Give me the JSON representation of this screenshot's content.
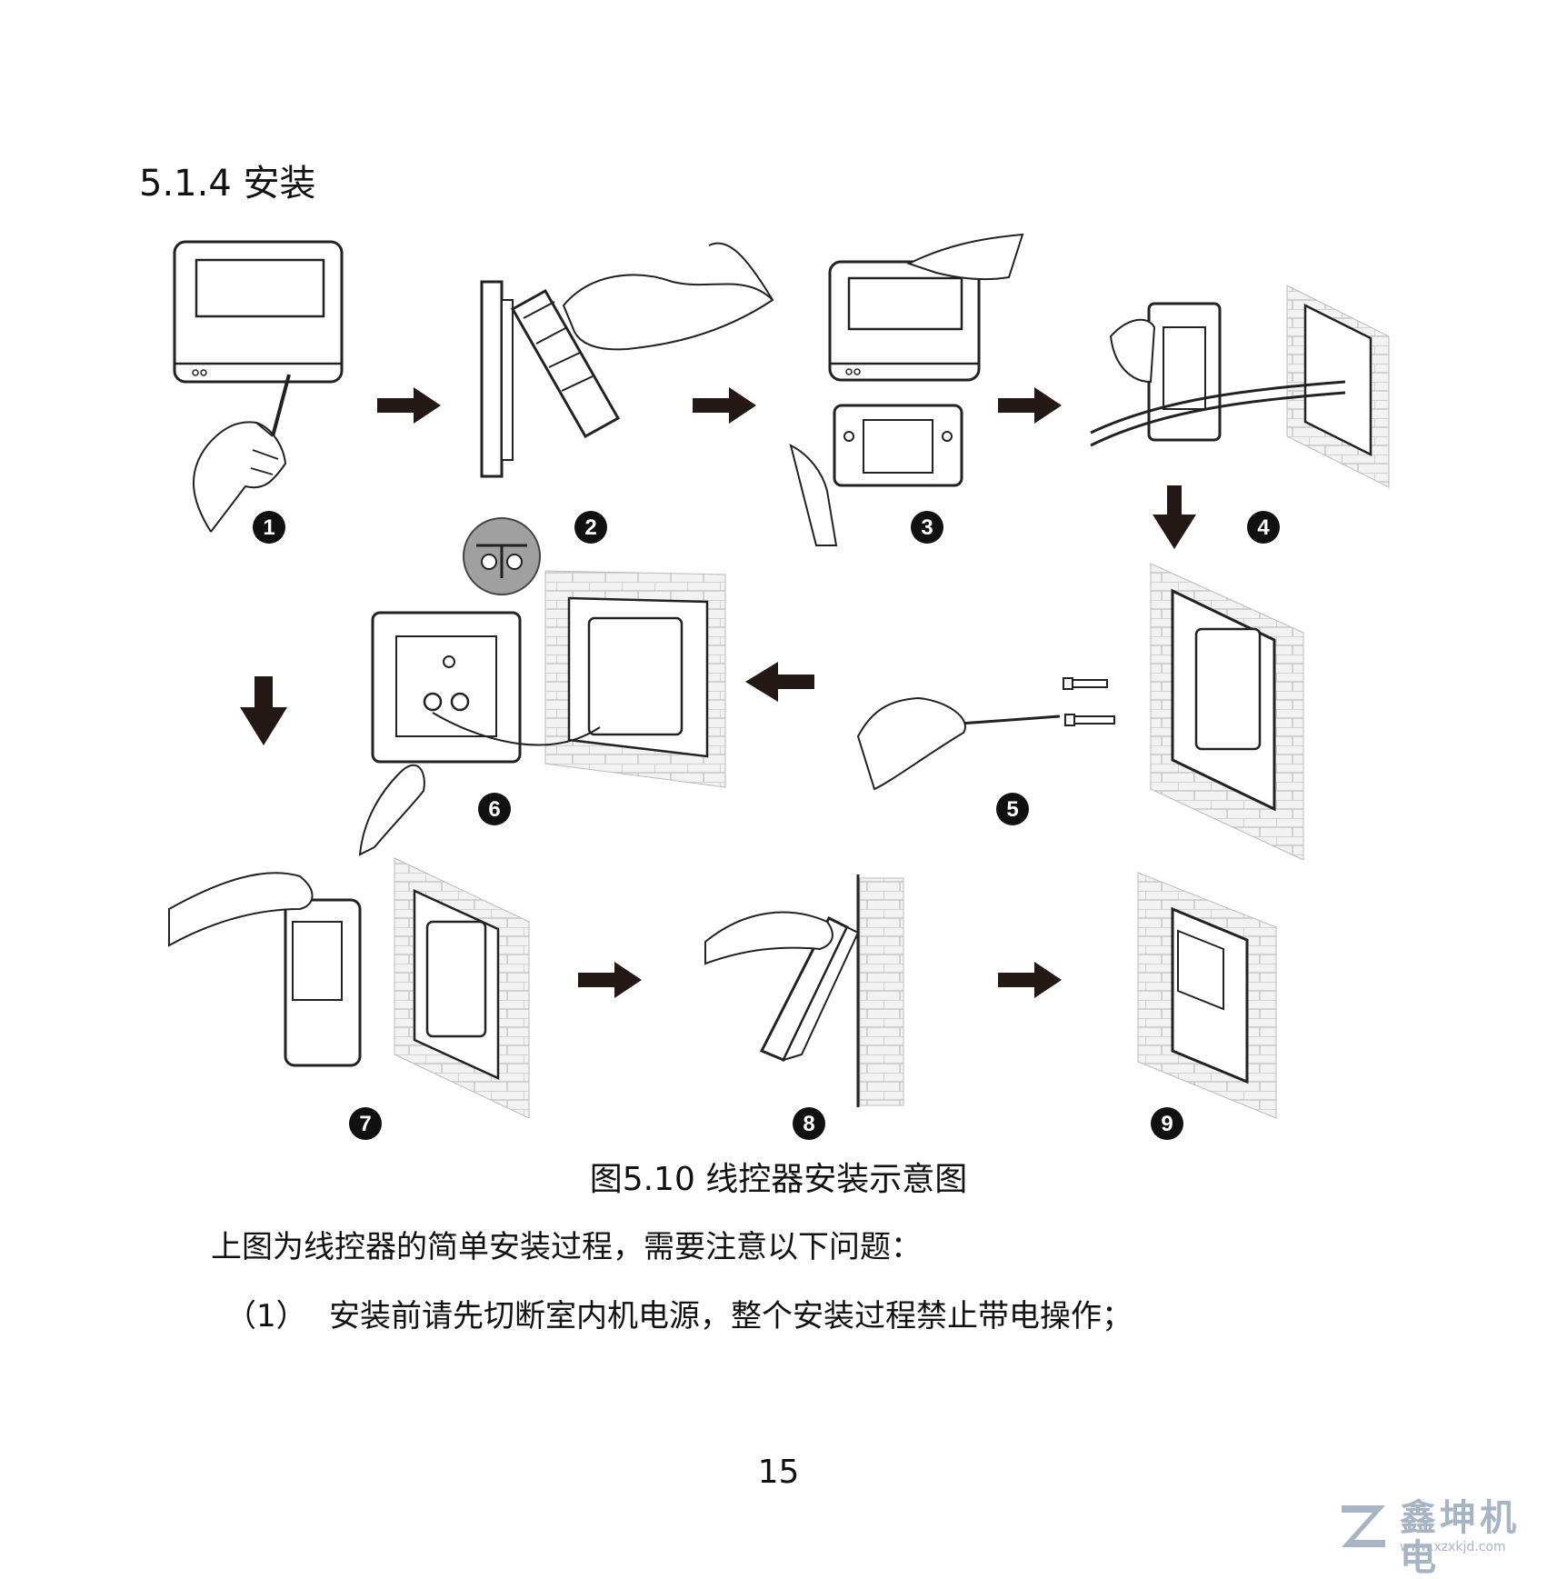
{
  "section": {
    "title": "5.1.4 安装"
  },
  "steps": [
    "1",
    "2",
    "3",
    "4",
    "5",
    "6",
    "7",
    "8",
    "9"
  ],
  "figure": {
    "caption": "图5.10  线控器安装示意图"
  },
  "body": {
    "intro": "上图为线控器的简单安装过程，需要注意以下问题：",
    "items": [
      {
        "num": "（1）",
        "text": "安装前请先切断室内机电源，整个安装过程禁止带电操作；"
      }
    ]
  },
  "page_number": "15",
  "watermark": {
    "name": "鑫坤机电",
    "url": "www.xzxkjd.com",
    "color": "#a7b4c4"
  }
}
